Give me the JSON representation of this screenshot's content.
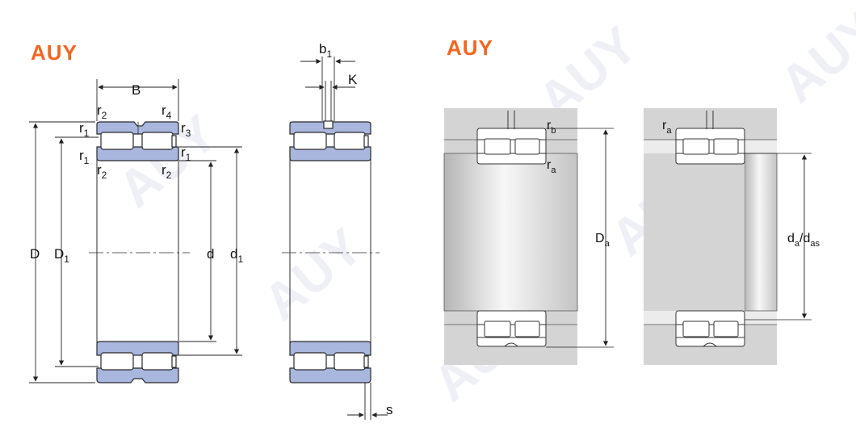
{
  "brand": {
    "logo_left": "AUY",
    "logo_right": "AUY",
    "logo_color": "#f26522",
    "watermark": "AUY"
  },
  "colors": {
    "bearing_fill": "#a9b6de",
    "bearing_stroke": "#3a3a3a",
    "housing_fill": "#d6d6d6",
    "shaft_gradient_light": "#f4f4f4",
    "shaft_gradient_dark": "#b9b9b9",
    "line": "#222222"
  },
  "labels": {
    "B": "B",
    "r": "r",
    "r1_sub": "1",
    "r2_sub": "2",
    "r3_sub": "3",
    "r4_sub": "4",
    "D": "D",
    "D1": "D",
    "D1_sub": "1",
    "d": "d",
    "d1": "d",
    "d1_sub": "1",
    "b1": "b",
    "b1_sub": "1",
    "K": "K",
    "s": "s",
    "Da": "D",
    "Da_sub": "a",
    "ra": "r",
    "ra_sub": "a",
    "rb": "r",
    "rb_sub": "b",
    "da_das_1": "d",
    "da_das_sub1": "a",
    "da_das_slash": "/d",
    "da_das_sub2": "as"
  }
}
